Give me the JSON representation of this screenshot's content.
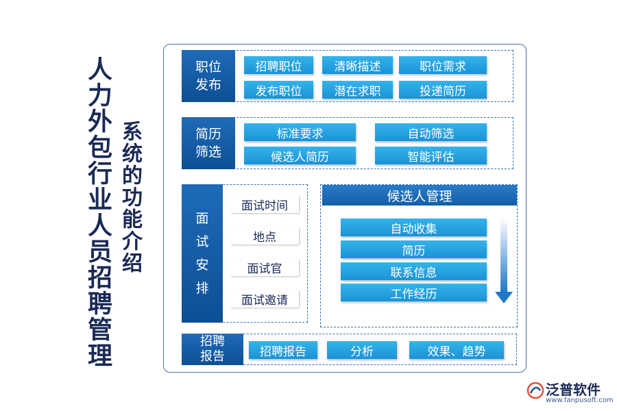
{
  "title_main": "人力外包行业人员招聘管理",
  "title_sub": "系统的功能介绍",
  "sections": {
    "post": {
      "label": "职位发布",
      "items": [
        "招聘职位",
        "清晰描述",
        "职位需求",
        "发布职位",
        "潜在求职",
        "投递简历"
      ]
    },
    "screen": {
      "label": "简历筛选",
      "items": [
        "标准要求",
        "自动筛选",
        "候选人简历",
        "智能评估"
      ]
    },
    "interview": {
      "label": "面试安排",
      "items": [
        "面试时间",
        "地点",
        "面试官",
        "面试邀请"
      ]
    },
    "candidate": {
      "label": "候选人管理",
      "items": [
        "自动收集",
        "简历",
        "联系信息",
        "工作经历"
      ]
    },
    "report": {
      "label": "招聘报告",
      "items": [
        "招聘报告",
        "分析",
        "效果、趋势"
      ]
    }
  },
  "logo": {
    "name": "泛普软件",
    "url": "www.fanpusoft.com"
  },
  "colors": {
    "label_bg": "#135ea8",
    "button_bg": "#1a93d6",
    "title": "#1a2a55",
    "border": "#2f6fb5"
  }
}
